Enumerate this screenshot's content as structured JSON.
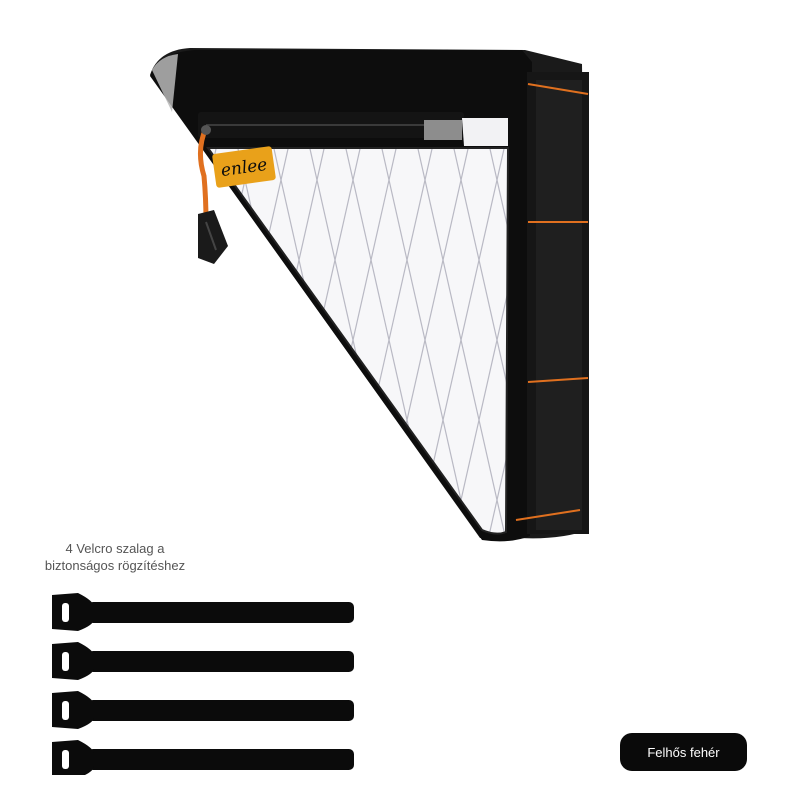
{
  "product": {
    "brand_logo_text": "enlee",
    "image_name": "triangle-frame-bag"
  },
  "caption": {
    "line1": "4 Velcro szalag a",
    "line2": "biztonságos rögzítéshez"
  },
  "straps": {
    "count": 4
  },
  "variant": {
    "label": "Felhős fehér"
  },
  "colors": {
    "bag_body": "#0d0d0d",
    "panel": "#f7f7f9",
    "grid_lines": "#b9b9c4",
    "accent_orange": "#e0701f",
    "logo_badge": "#e9a11a",
    "button_bg": "#0a0a0a",
    "button_text": "#ffffff"
  }
}
